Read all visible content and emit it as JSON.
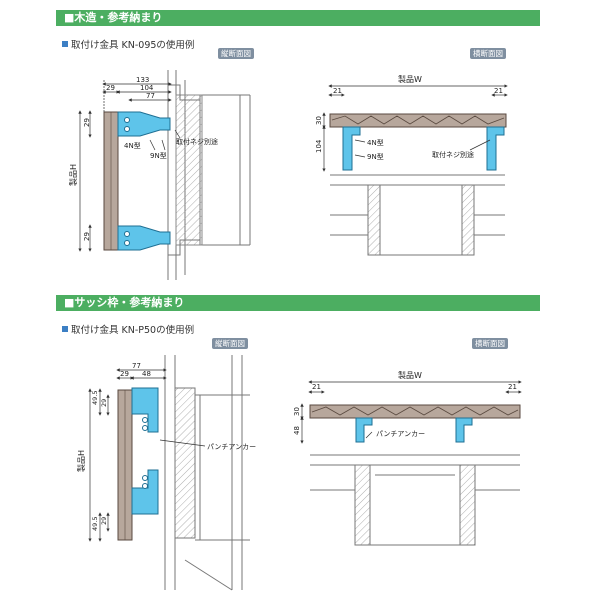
{
  "sections": [
    {
      "header": "■木造・参考納まり",
      "subtitle": "取付け金具 KN-095の使用例",
      "vertical_tag": "縦断面図",
      "horizontal_tag": "横断面図",
      "vertical": {
        "dims": {
          "d133": "133",
          "d29": "29",
          "d104": "104",
          "d77": "77",
          "d29_top": "29",
          "d29_bottom": "29",
          "height": "製品H"
        },
        "labels": {
          "type4n": "4N型",
          "type9n": "9N型",
          "screw": "取付ネジ別途"
        }
      },
      "horizontal": {
        "dims": {
          "width": "製品W",
          "d21_left": "21",
          "d21_right": "21",
          "d30": "30",
          "d104": "104"
        },
        "labels": {
          "type4n": "4N型",
          "type9n": "9N型",
          "screw": "取付ネジ別途"
        }
      }
    },
    {
      "header": "■サッシ枠・参考納まり",
      "subtitle": "取付け金具 KN-P50の使用例",
      "vertical_tag": "縦断面図",
      "horizontal_tag": "横断面図",
      "vertical": {
        "dims": {
          "d77": "77",
          "d29": "29",
          "d48": "48",
          "d49_5_top": "49.5",
          "d29_top": "29",
          "d49_5_bottom": "49.5",
          "d29_bottom": "29",
          "height": "製品H"
        },
        "labels": {
          "anchor": "パンチアンカー"
        }
      },
      "horizontal": {
        "dims": {
          "width": "製品W",
          "d21_left": "21",
          "d21_right": "21",
          "d30": "30",
          "d48": "48"
        },
        "labels": {
          "anchor": "パンチアンカー"
        }
      }
    }
  ],
  "colors": {
    "header": "#4cae61",
    "bracket": "#5ec4ea",
    "louver": "#b7a79c",
    "accent": "#3c7fc4",
    "tag": "#7f8fa0"
  }
}
